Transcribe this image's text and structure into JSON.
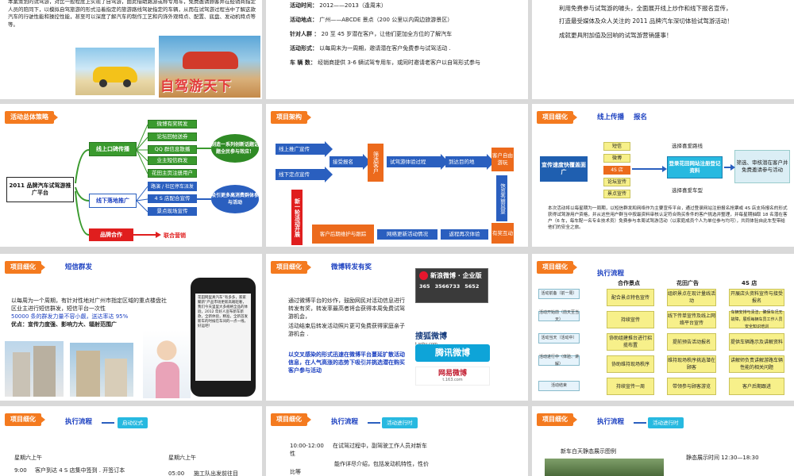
{
  "slide1": {
    "line1": "本案策划的试驾游，对比一般程度上实现了自驾游，由此借助路游或称专用车，免费邀请顾客并在经销商指定人员的陪同下，以模拟自驾旅游的形式沿着指定的旅游路线驾驶指定的车辆，从而在试驾游过程当中了解这款汽车的行驶性能和操控性能，甚至可以深度了解汽车的制作工艺和内饰外观特点、配置、底盘、发动机特点等等。",
    "banner": "自驾游天下"
  },
  "slide2": {
    "rows": [
      {
        "label": "活动时间：",
        "value": "2012——2013（逢周末）"
      },
      {
        "label": "活动地点：",
        "value": "广州——ABCDE 景点（200 公里以内周边旅游景区）"
      },
      {
        "label": "针对人群 ：",
        "value": "20 至 45 岁潜在客户，让他们更加全方位的了解汽车"
      },
      {
        "label": "活动形式：",
        "value": "以每周末为一周期，邀请潜在客户免费参与试驾活动 ."
      },
      {
        "label": "车 辆 数：",
        "value": "经销商提供 3-6 辆试驾专用车，或同时邀请老客户以自驾形式参与"
      }
    ]
  },
  "slide3": {
    "l1": "利用免费参与试驾游的噱头，全面展开线上炒作和线下报名宣传，",
    "l2": "打造最受媒体及众人关注的 2011 品牌汽车深切体验试驾游活动！",
    "l3": "成就更具附加值及回响的试驾游营销盛事！"
  },
  "slide4": {
    "tab": "活动总体策略",
    "platform": "2011 品牌汽车试驾游推广平台",
    "online": "线上口碑传播",
    "offline": "线下落地推广",
    "brand": "品牌合作",
    "coop": "联合营销",
    "online_items": [
      "微博有奖转发",
      "论坛回帖送券",
      "QQ 群信息散播",
      "业主短信群发",
      "花田主页注册用户"
    ],
    "offline_items": [
      "路演 / 社区停车派发",
      "4 S 店配合宣传",
      "景点现场宣传"
    ],
    "bubble1": "制造一系列创新话题话题全民参与效应！",
    "bubble2": "吸引更多高消费群体参与活动"
  },
  "slide5": {
    "tab": "项目架构",
    "online_ad": "线上推广宣传",
    "offline_ad": "线下定点宣传",
    "signup": "接受报名",
    "filter": "筛选客户",
    "process": "试驾游体验过程",
    "arrive": "到达目的地",
    "free": "客户自由游玩",
    "scenery": "饱览秀丽风景",
    "prize": "有奖互动",
    "return": "返程再次体验",
    "update": "网络更新活动情况",
    "maintain": "客户后期维护与跟踪",
    "new_round": "新一轮活动开展"
  },
  "slide6": {
    "tab": "项目细化",
    "sub1": "线上传播",
    "sub2": "报名",
    "left": "宣传速度快覆盖面广",
    "channels": [
      "短信",
      "微博",
      "4S 店",
      "论坛宣传",
      "景点宣传"
    ],
    "top": "选择喜爱路线",
    "bottom": "选择喜爱车型",
    "center": "登录花田网站注册登记资料",
    "right": "筛选、审核潜在客户并免费邀请参与活动",
    "desc": "本次活动将以每星期为一周期，以短信群发和网络作为主要宣传平台，通过登录网站注册报名抢票或 4S 店支持报名的形式获得试驾游用户资格，并从这些用户群当中按最资料审核认定符合购买条件的客户挑选并整理，并每星期抽取 18 名潜在客户（6 车，每车配一名专业技术员）免费参与本周试驾游活动（以家庭成员个人为单位参与均可），共同体验自此车型带给他们的安全之旅。"
  },
  "slide7": {
    "tab": "项目细化",
    "sub": "短信群发",
    "p1": "以每周为一个周期，有针对性地对广州市指定区域的重点楼盘社区业主进行短信群发，短信平台一次性",
    "p2": "50000 条的群发力量不容小觑，送达率达 95%",
    "p3": "优点：宣传力度强、影响力大、辐射范围广",
    "phone_text": "花田网里真汽车“有多多，家家聚新“产品市场更新高端轻奢，我们今天里里大多规格全品的体验，2012 年好人宣布新车新款，全新体验，精准，全新首发新车的时候在车间的一点一线，好运吧！"
  },
  "slide8": {
    "tab": "项目细化",
    "sub": "微博转发有奖",
    "p1": "通过微博平台的炒作，鼓励网民对活动信息进行转发有奖，转发率最高者将会获得本周免费试驾游机会，",
    "p2": "活动结束后转发活动照片更可免费获得家庭亲子游机会 .",
    "p3": "以交叉感染的形式迅速在微博平台蔓延扩散活动信息，在人气高涨的态势下吸引并挑选潜在购买客户参与活动",
    "sina": "新浪微博 · 企业版",
    "stats": [
      "365",
      "3566733",
      "5652"
    ],
    "sohu": "搜狐微博",
    "sohu_url": "t.sohu.com",
    "tencent": "腾讯微博",
    "netease": "网易微博",
    "netease_url": "t.163.com"
  },
  "slide9": {
    "tab": "项目细化",
    "sub": "执行流程",
    "cols": [
      "合作景点",
      "花田广告",
      "4S 店"
    ],
    "left": [
      "活动前备（前一周）",
      "活动开始前（前天至当天）",
      "活动当天（活动中）",
      "活动进行中（体验、讲解）",
      "活动结束"
    ],
    "c1": [
      "配合景点特色宣传",
      "持续宣传",
      "协助组建推台进行招揽布置",
      "协助维持现场秩序",
      "持续宣传一周"
    ],
    "c2": [
      "组织景点在现计量线活动",
      "线下传单宣传及线上网络平台宣传",
      "提前预告活动报名",
      "维持现场秩序挑选潜在顾客",
      "带领参与顾客游览"
    ],
    "c3": [
      "开展店头资料宣传与接受报名",
      "车辆安排与清洁，确保车况无故障，展现每辆车员工作人员安全知识培训",
      "提供车辆路示及讲解资料",
      "讲解师负责讲解游路车辆性能的相关问题",
      "客户后期跟进"
    ]
  },
  "slide10": {
    "tab": "项目细化",
    "sub": "执行流程",
    "pill": "启动仪式",
    "d1": "星期六上午",
    "t1": "9:00",
    "e1": "客户到达 4 S 店集中签到 . 开签订本",
    "d2": "星期六上午",
    "t2": "05:00",
    "e2": "施工队出发前往目"
  },
  "slide11": {
    "tab": "项目细化",
    "sub": "执行流程",
    "pill": "活动进行时",
    "time": "10:00-12:00",
    "time_suffix": "性",
    "e1": "在试驾过程中，副驾驶工作人员对新车",
    "e2": "能作详尽介绍，包括发动机特性，性价",
    "e3": "比等"
  },
  "slide12": {
    "tab": "项目细化",
    "sub": "执行流程",
    "pill": "活动进行时",
    "cap1": "新车白天静态展示图例",
    "cap2": "静态展示时间 12:30—18:30"
  }
}
